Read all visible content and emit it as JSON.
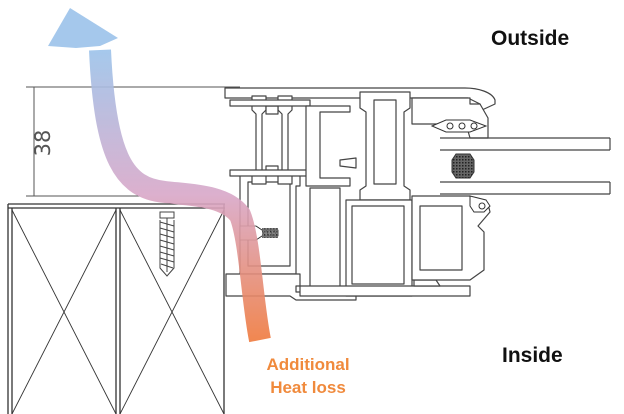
{
  "labels": {
    "outside": "Outside",
    "inside": "Inside",
    "heat_loss_line1": "Additional",
    "heat_loss_line2": "Heat loss"
  },
  "dimension": {
    "value": "38"
  },
  "colors": {
    "arrow_top": "#9cc3ea",
    "arrow_middle": "#d8a7c8",
    "arrow_bottom": "#ef7a3e",
    "heat_loss_text": "#f08a3c",
    "profile_stroke": "#444444",
    "wall_stroke": "#333333"
  }
}
